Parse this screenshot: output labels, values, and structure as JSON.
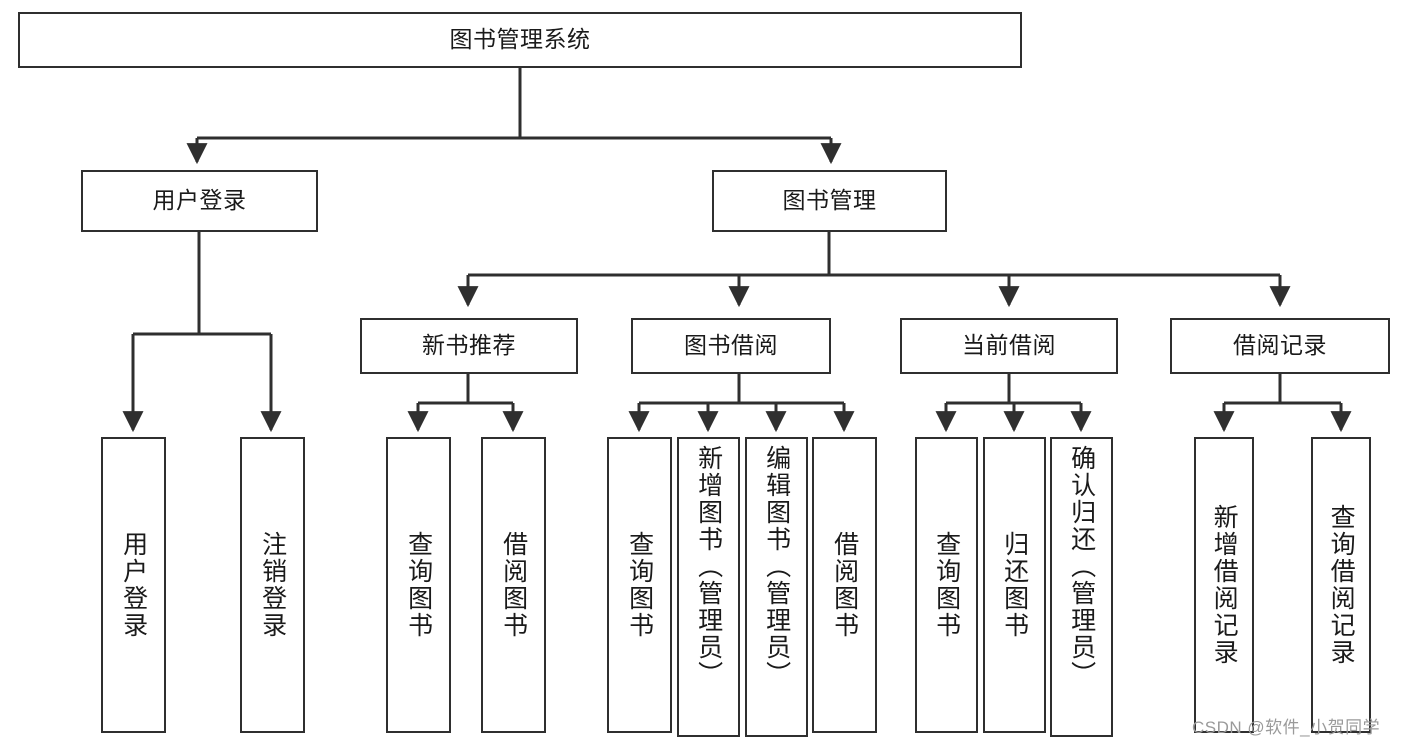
{
  "diagram": {
    "title": "图书管理系统",
    "type": "tree-structure-chart",
    "root": {
      "id": "root",
      "label": "图书管理系统"
    },
    "level2": [
      {
        "id": "user-login",
        "label": "用户登录"
      },
      {
        "id": "book-manage",
        "label": "图书管理"
      }
    ],
    "level3": [
      {
        "id": "new-book-rec",
        "label": "新书推荐",
        "parent": "book-manage"
      },
      {
        "id": "book-borrow",
        "label": "图书借阅",
        "parent": "book-manage"
      },
      {
        "id": "current-borrow",
        "label": "当前借阅",
        "parent": "book-manage"
      },
      {
        "id": "borrow-record",
        "label": "借阅记录",
        "parent": "book-manage"
      }
    ],
    "leaves": [
      {
        "id": "leaf-user-login",
        "label": "用户登录",
        "parent": "user-login"
      },
      {
        "id": "leaf-user-logout",
        "label": "注销登录",
        "parent": "user-login"
      },
      {
        "id": "leaf-query-book-1",
        "label": "查询图书",
        "parent": "new-book-rec"
      },
      {
        "id": "leaf-borrow-book-1",
        "label": "借阅图书",
        "parent": "new-book-rec"
      },
      {
        "id": "leaf-query-book-2",
        "label": "查询图书",
        "parent": "book-borrow"
      },
      {
        "id": "leaf-add-book",
        "label": "新增图书（管理员）",
        "parent": "book-borrow"
      },
      {
        "id": "leaf-edit-book",
        "label": "编辑图书（管理员）",
        "parent": "book-borrow"
      },
      {
        "id": "leaf-borrow-book-2",
        "label": "借阅图书",
        "parent": "book-borrow"
      },
      {
        "id": "leaf-query-book-3",
        "label": "查询图书",
        "parent": "current-borrow"
      },
      {
        "id": "leaf-return-book",
        "label": "归还图书",
        "parent": "current-borrow"
      },
      {
        "id": "leaf-confirm-return",
        "label": "确认归还（管理员）",
        "parent": "current-borrow"
      },
      {
        "id": "leaf-add-record",
        "label": "新增借阅记录",
        "parent": "borrow-record"
      },
      {
        "id": "leaf-query-record",
        "label": "查询借阅记录",
        "parent": "borrow-record"
      }
    ]
  },
  "watermark": {
    "text": "CSDN @软件_小贺同学"
  },
  "colors": {
    "stroke": "#2f2f2f",
    "fill": "#ffffff",
    "text": "#1a1a1a",
    "watermark": "#9a9a9a"
  }
}
